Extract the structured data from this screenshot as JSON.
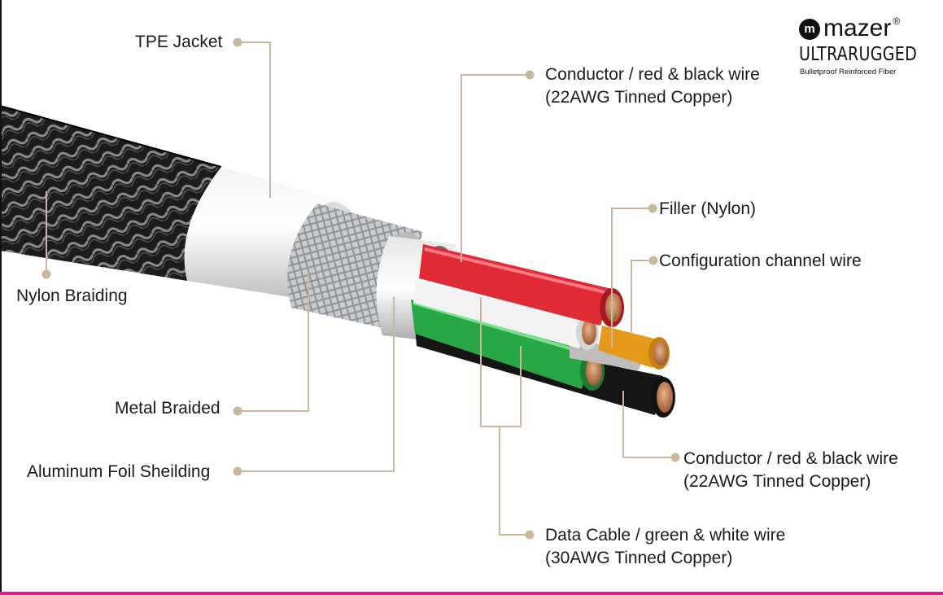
{
  "brand": {
    "logo_mark": "m",
    "name": "mazer",
    "registered": "®",
    "product_line": "ULTRARUGGED",
    "tagline": "Bulletproof Reinforced Fiber"
  },
  "callouts": {
    "tpe_jacket": "TPE Jacket",
    "nylon_braiding": "Nylon Braiding",
    "metal_braided": "Metal Braided",
    "aluminum_foil": "Aluminum Foil Sheilding",
    "conductor_top_line1": "Conductor / red & black wire",
    "conductor_top_line2": "(22AWG Tinned Copper)",
    "filler": "Filler (Nylon)",
    "config_channel": "Configuration channel wire",
    "conductor_bottom_line1": "Conductor / red & black wire",
    "conductor_bottom_line2": "(22AWG Tinned Copper)",
    "data_cable_line1": "Data Cable / green & white wire",
    "data_cable_line2": "(30AWG Tinned Copper)"
  },
  "colors": {
    "leader_line": "#c9b99a",
    "accent_bar": "#e0199a",
    "red_wire": "#e02a36",
    "green_wire": "#27a844",
    "white_wire": "#f2f2f2",
    "black_wire": "#151515",
    "orange_wire": "#e69a1c",
    "filler": "#bdbdbd",
    "copper": "#c98a5a"
  }
}
